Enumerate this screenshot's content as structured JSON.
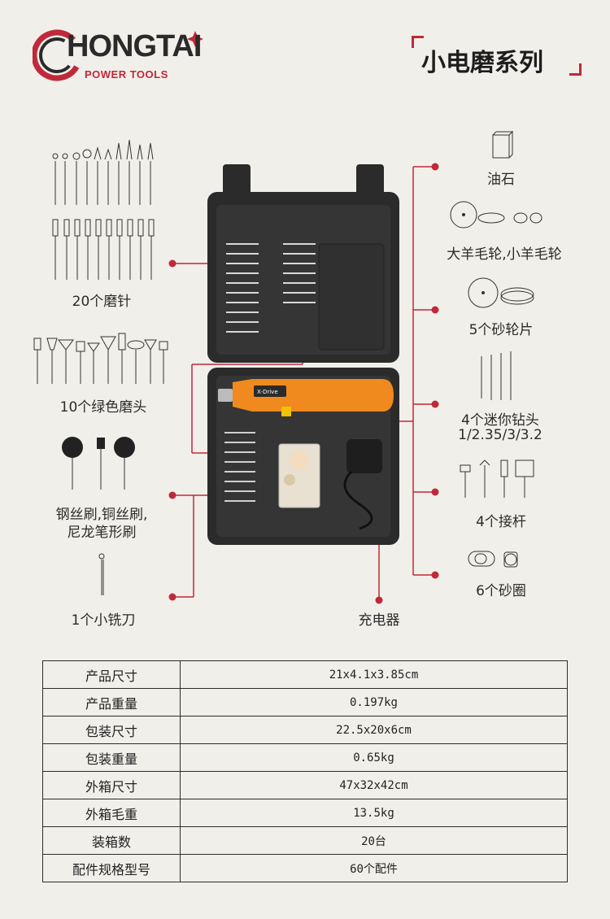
{
  "brand": {
    "name": "HONGTAI",
    "tagline": "POWER TOOLS",
    "accent_color": "#c0293a"
  },
  "series_title": "小电磨系列",
  "product": {
    "tool_color": "#f08a1e",
    "case_color": "#2b2b2b",
    "tool_brand_mark": "X-Drive"
  },
  "accessories_left": [
    {
      "label": "20个磨针"
    },
    {
      "label": "10个绿色磨头"
    },
    {
      "label_line1": "钢丝刷,铜丝刷,",
      "label_line2": "尼龙笔形刷"
    },
    {
      "label": "1个小铣刀"
    }
  ],
  "accessories_right": [
    {
      "label": "油石"
    },
    {
      "label": "大羊毛轮,小羊毛轮"
    },
    {
      "label": "5个砂轮片"
    },
    {
      "label_line1": "4个迷你钻头",
      "label_line2": "1/2.35/3/3.2"
    },
    {
      "label": "4个接杆"
    },
    {
      "label": "6个砂圈"
    }
  ],
  "charger_label": "充电器",
  "specs": [
    {
      "key": "产品尺寸",
      "value": "21x4.1x3.85cm"
    },
    {
      "key": "产品重量",
      "value": "0.197kg"
    },
    {
      "key": "包装尺寸",
      "value": "22.5x20x6cm"
    },
    {
      "key": "包装重量",
      "value": "0.65kg"
    },
    {
      "key": "外箱尺寸",
      "value": "47x32x42cm"
    },
    {
      "key": "外箱毛重",
      "value": "13.5kg"
    },
    {
      "key": "装箱数",
      "value": "20台"
    },
    {
      "key": "配件规格型号",
      "value": "60个配件"
    }
  ]
}
